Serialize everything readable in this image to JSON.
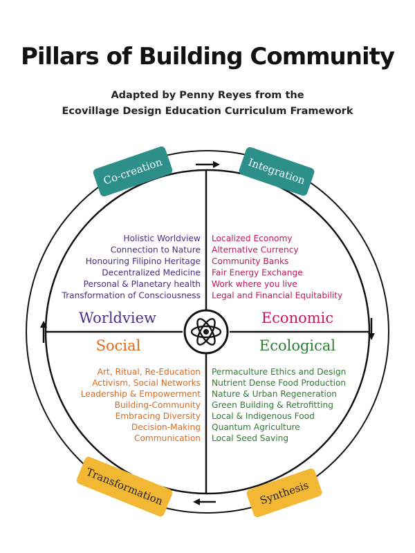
{
  "title": "Pillars of Building Community",
  "subtitle": {
    "line1": "Adapted by Penny Reyes from the",
    "line2": "Ecovillage Design Education Curriculum Framework"
  },
  "colors": {
    "worldview": "#4b2e83",
    "economic": "#c2185b",
    "social": "#e06a1b",
    "ecological": "#2e7d32",
    "badge_teal": "#2c8f8a",
    "badge_yellow": "#f2b733",
    "line": "#111111"
  },
  "center_icon": "atom-icon",
  "quadrants": {
    "worldview": {
      "title": "Worldview",
      "items": [
        "Holistic Worldview",
        "Connection to Nature",
        "Honouring Filipino Heritage",
        "Decentralized Medicine",
        "Personal & Planetary health",
        "Transformation of Consciousness"
      ]
    },
    "economic": {
      "title": "Economic",
      "items": [
        "Localized Economy",
        "Alternative Currency",
        "Community Banks",
        "Fair Energy Exchange",
        "Work where you live",
        "Legal and Financial Equitability"
      ]
    },
    "social": {
      "title": "Social",
      "items": [
        "Art, Ritual, Re-Education",
        "Activism, Social Networks",
        "Leadership & Empowerment",
        "Building-Community",
        "Embracing Diversity",
        "Decision-Making",
        "Communication"
      ]
    },
    "ecological": {
      "title": "Ecological",
      "items": [
        "Permaculture Ethics and Design",
        "Nutrient Dense Food Production",
        "Nature & Urban Regeneration",
        "Green Building & Retrofitting",
        "Local & Indigenous Food",
        "Quantum Agriculture",
        "Local Seed Saving"
      ]
    }
  },
  "badges": {
    "cocreation": "Co-creation",
    "integration": "Integration",
    "synthesis": "Synthesis",
    "transformation": "Transformation"
  }
}
